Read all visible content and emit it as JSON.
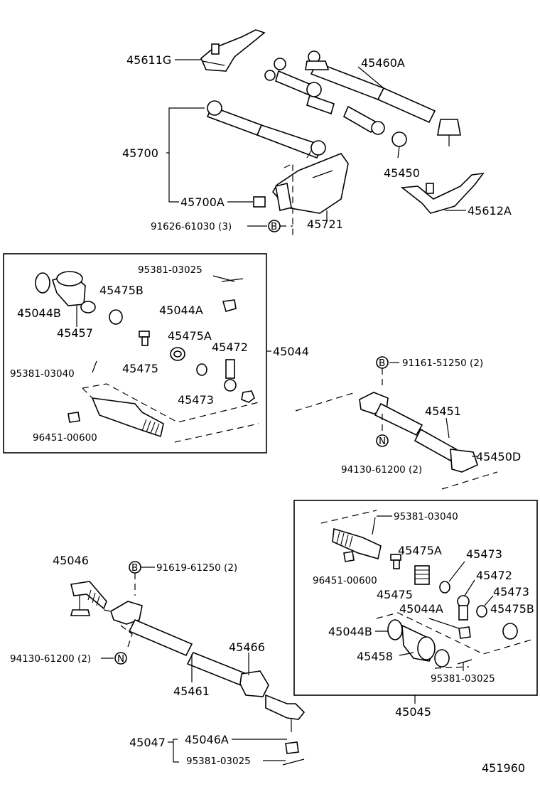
{
  "figure_id": "451960",
  "labels": {
    "l45611G": "45611G",
    "l45460A": "45460A",
    "l45700": "45700",
    "l45450": "45450",
    "l45700A": "45700A",
    "l45612A": "45612A",
    "l91626": "91626-61030 (3)",
    "l45721": "45721",
    "b_a_1": "B",
    "k95381_03025_a": "95381-03025",
    "k45475B_a": "45475B",
    "k45044B_a": "45044B",
    "k45044A_a": "45044A",
    "k45457": "45457",
    "k45475A_a": "45475A",
    "k45472_a": "45472",
    "k45044": "45044",
    "k95381_03040_a": "95381-03040",
    "k45475_a": "45475",
    "k45473_a": "45473",
    "k96451_a": "96451-00600",
    "l91161": "91161-51250 (2)",
    "b_b_1": "B",
    "l45451": "45451",
    "l45450D": "45450D",
    "n_a_1": "N",
    "l94130_a": "94130-61200 (2)",
    "r95381_03040": "95381-03040",
    "l45046": "45046",
    "l91619": "91619-61250 (2)",
    "b_c_1": "B",
    "r45475A": "45475A",
    "r45473_a": "45473",
    "r96451": "96451-00600",
    "r45472": "45472",
    "r45475": "45475",
    "r45473_b": "45473",
    "r45044A": "45044A",
    "r45475B": "45475B",
    "r45044B": "45044B",
    "l45466": "45466",
    "r45458": "45458",
    "l94130_b": "94130-61200 (2)",
    "n_b_1": "N",
    "r95381_03025": "95381-03025",
    "l45461": "45461",
    "l45045": "45045",
    "l45047": "45047",
    "l45046A": "45046A",
    "l95381_03025_b": "95381-03025"
  }
}
